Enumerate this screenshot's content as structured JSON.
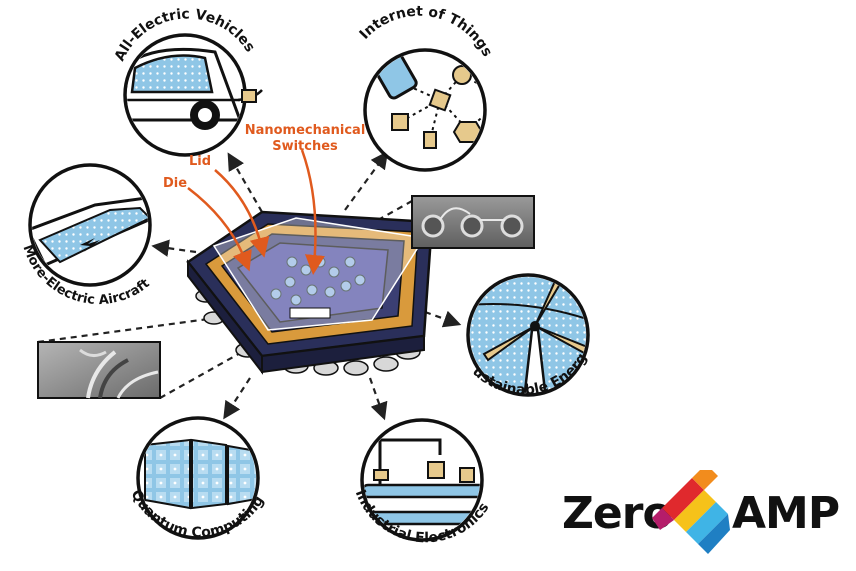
{
  "applications": {
    "ev": "All-Electric Vehicles",
    "iot": "Internet of Things",
    "aircraft": "More-Electric Aircraft",
    "energy": "Sustainable Energy",
    "quantum": "Quantum Computing",
    "industrial": "Industrial Electronics"
  },
  "callouts": {
    "switch_line1": "Nanomechanical",
    "switch_line2": "Switches",
    "lid": "Lid",
    "die": "Die"
  },
  "logo": {
    "left_word": "Zero",
    "right_word": "AMP"
  },
  "colors": {
    "accent_orange": "#e05a1e",
    "icon_blue": "#8fc6e6",
    "chip_navy": "#2a2f5a",
    "die_purple": "#4a4aa0",
    "pin_gold": "#d99a3c",
    "dash": "#222222",
    "tan": "#e6c98c"
  }
}
